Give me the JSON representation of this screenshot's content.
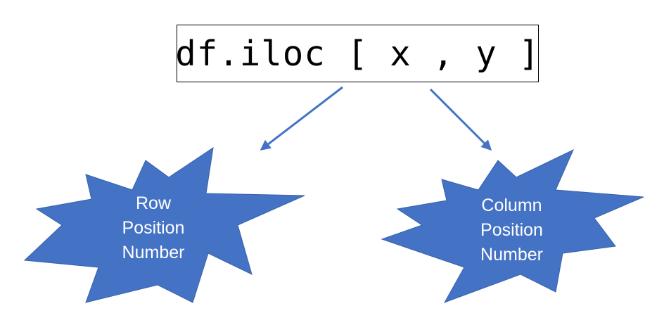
{
  "expression": "df.iloc [ x , y ]",
  "bursts": {
    "left": {
      "lines": [
        "Row",
        "Position",
        "Number"
      ]
    },
    "right": {
      "lines": [
        "Column",
        "Position",
        "Number"
      ]
    }
  },
  "colors": {
    "burst_fill": "#4472C4",
    "arrow": "#4472C4",
    "box_border": "#000000",
    "label_text": "#FFFFFF"
  }
}
